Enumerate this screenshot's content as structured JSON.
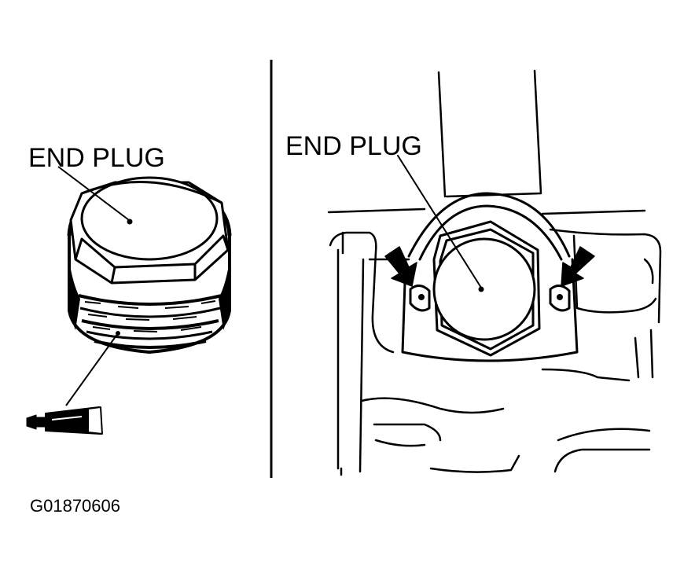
{
  "left_panel": {
    "label": "END PLUG"
  },
  "right_panel": {
    "label": "END PLUG"
  },
  "figure_id": "G01870606",
  "colors": {
    "ink": "#000000",
    "paper": "#ffffff"
  },
  "icons": {
    "end_plug": "end-plug-icon",
    "sealant_tube": "sealant-tube-icon",
    "arrow": "arrow-icon"
  }
}
